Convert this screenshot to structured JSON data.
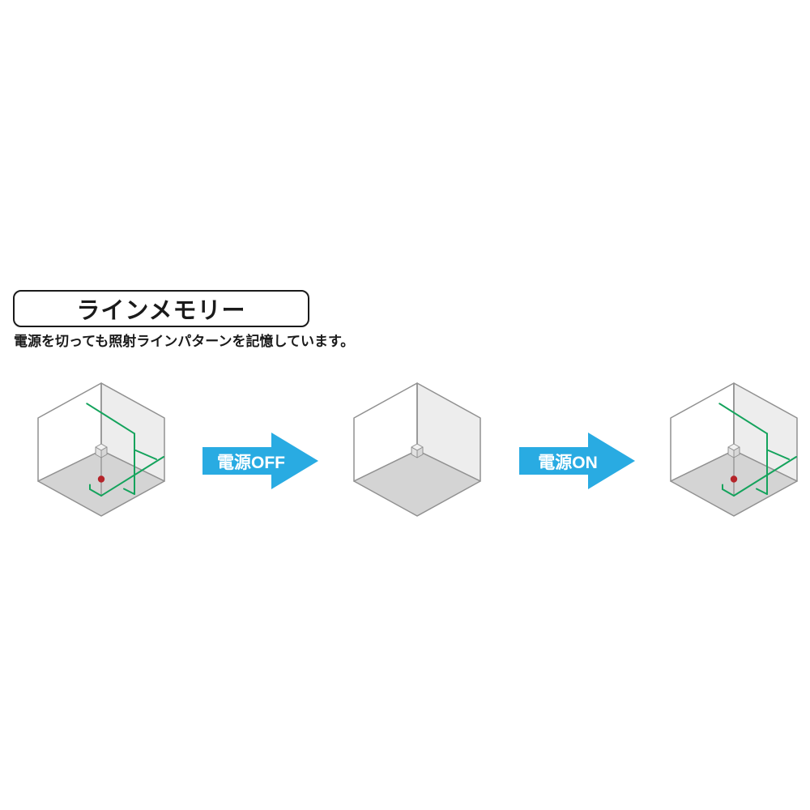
{
  "header": {
    "title": "ラインメモリー",
    "subtitle": "電源を切っても照射ラインパターンを記憶しています。"
  },
  "diagram": {
    "arrows": [
      {
        "label": "電源OFF"
      },
      {
        "label": "電源ON"
      }
    ],
    "cubes": [
      {
        "name": "room-with-laser-lines-before",
        "state": "laser-on",
        "has_plumb_dot": true
      },
      {
        "name": "room-empty-power-off",
        "state": "laser-off",
        "has_plumb_dot": false
      },
      {
        "name": "room-with-laser-lines-restored",
        "state": "laser-on",
        "has_plumb_dot": true
      }
    ],
    "colors": {
      "arrow": "#29abe2",
      "arrow_label": "#ffffff",
      "laser_green": "#14a35c",
      "plumb_dot_red": "#b5242a",
      "plumb_line_gray": "#9a9a9a",
      "cube_edge": "#919191",
      "floor_fill": "#d4d4d4",
      "right_wall_fill": "#ededed",
      "left_wall_fill": "#ffffff",
      "device_top_fill": "#f2f2f2",
      "device_left_fill": "#e2e2e2",
      "device_right_fill": "#d8d8d8"
    }
  }
}
